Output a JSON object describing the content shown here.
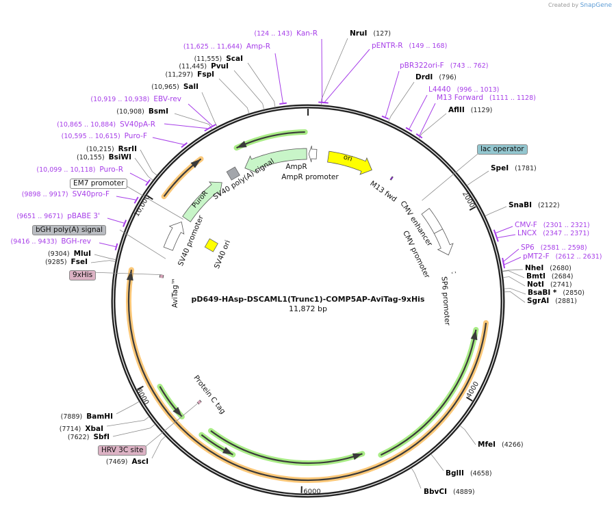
{
  "header": {
    "created_by": "Created by",
    "brand": "SnapGene"
  },
  "plasmid": {
    "name": "pD649-HAsp-DSCAML1(Trunc1)-COMP5AP-AviTag-9xHis",
    "length": "11,872 bp",
    "total_bp": 11872
  },
  "ticks": [
    {
      "bp": 0,
      "label": ""
    },
    {
      "bp": 2000,
      "label": "2000"
    },
    {
      "bp": 4000,
      "label": "4000"
    },
    {
      "bp": 6000,
      "label": "6000"
    },
    {
      "bp": 8000,
      "label": "8000"
    },
    {
      "bp": 10000,
      "label": "10,000"
    }
  ],
  "enzymes": [
    {
      "name": "NruI",
      "site": "(127)",
      "pos": 127
    },
    {
      "name": "DrdI",
      "site": "(796)",
      "pos": 796
    },
    {
      "name": "AflII",
      "site": "(1129)",
      "pos": 1129
    },
    {
      "name": "SpeI",
      "site": "(1781)",
      "pos": 1781
    },
    {
      "name": "SnaBI",
      "site": "(2122)",
      "pos": 2122
    },
    {
      "name": "NheI",
      "site": "(2680)",
      "pos": 2680
    },
    {
      "name": "BmtI",
      "site": "(2684)",
      "pos": 2684
    },
    {
      "name": "NotI",
      "site": "(2741)",
      "pos": 2741
    },
    {
      "name": "BsaBI *",
      "site": "(2850)",
      "pos": 2850
    },
    {
      "name": "SgrAI",
      "site": "(2881)",
      "pos": 2881
    },
    {
      "name": "MfeI",
      "site": "(4266)",
      "pos": 4266
    },
    {
      "name": "BglII",
      "site": "(4658)",
      "pos": 4658
    },
    {
      "name": "BbvCI",
      "site": "(4889)",
      "pos": 4889
    },
    {
      "name": "AscI",
      "site": "(7469)",
      "pos": 7469
    },
    {
      "name": "SbfI",
      "site": "(7622)",
      "pos": 7622
    },
    {
      "name": "XbaI",
      "site": "(7714)",
      "pos": 7714
    },
    {
      "name": "BamHI",
      "site": "(7889)",
      "pos": 7889
    },
    {
      "name": "FseI",
      "site": "(9285)",
      "pos": 9285
    },
    {
      "name": "MluI",
      "site": "(9304)",
      "pos": 9304
    },
    {
      "name": "BsiWI",
      "site": "(10,155)",
      "pos": 10155
    },
    {
      "name": "RsrII",
      "site": "(10,215)",
      "pos": 10215
    },
    {
      "name": "BsmI",
      "site": "(10,908)",
      "pos": 10908
    },
    {
      "name": "SalI",
      "site": "(10,965)",
      "pos": 10965
    },
    {
      "name": "FspI",
      "site": "(11,297)",
      "pos": 11297
    },
    {
      "name": "PvuI",
      "site": "(11,445)",
      "pos": 11445
    },
    {
      "name": "ScaI",
      "site": "(11,555)",
      "pos": 11555
    }
  ],
  "primers": [
    {
      "name": "Kan-R",
      "range": "(124 .. 143)",
      "start": 124,
      "end": 143
    },
    {
      "name": "Amp-R",
      "range": "(11,625 .. 11,644)",
      "start": 11625,
      "end": 11644
    },
    {
      "name": "EBV-rev",
      "range": "(10,919 .. 10,938)",
      "start": 10919,
      "end": 10938
    },
    {
      "name": "SV40pA-R",
      "range": "(10,865 .. 10,884)",
      "start": 10865,
      "end": 10884
    },
    {
      "name": "Puro-F",
      "range": "(10,595 .. 10,615)",
      "start": 10595,
      "end": 10615
    },
    {
      "name": "Puro-R",
      "range": "(10,099 .. 10,118)",
      "start": 10099,
      "end": 10118
    },
    {
      "name": "SV40pro-F",
      "range": "(9898 .. 9917)",
      "start": 9898,
      "end": 9917
    },
    {
      "name": "pBABE 3'",
      "range": "(9651 .. 9671)",
      "start": 9651,
      "end": 9671
    },
    {
      "name": "BGH-rev",
      "range": "(9416 .. 9433)",
      "start": 9416,
      "end": 9433
    },
    {
      "name": "pENTR-R",
      "range": "(149 .. 168)",
      "start": 149,
      "end": 168
    },
    {
      "name": "pBR322ori-F",
      "range": "(743 .. 762)",
      "start": 743,
      "end": 762
    },
    {
      "name": "L4440",
      "range": "(996 .. 1013)",
      "start": 996,
      "end": 1013
    },
    {
      "name": "M13 Forward",
      "range": "(1111 .. 1128)",
      "start": 1111,
      "end": 1128
    },
    {
      "name": "CMV-F",
      "range": "(2301 .. 2321)",
      "start": 2301,
      "end": 2321
    },
    {
      "name": "LNCX",
      "range": "(2347 .. 2371)",
      "start": 2347,
      "end": 2371
    },
    {
      "name": "SP6",
      "range": "(2581 .. 2598)",
      "start": 2581,
      "end": 2598
    },
    {
      "name": "pMT2-F",
      "range": "(2612 .. 2631)",
      "start": 2612,
      "end": 2631
    }
  ],
  "boxed_features": [
    {
      "name": "lac operator",
      "pos": 1602,
      "color": "#93c6cf"
    },
    {
      "name": "EM7 promoter",
      "pos": 10000,
      "color": "#ffffff"
    },
    {
      "name": "bGH poly(A) signal",
      "pos": 9450,
      "color": "#b9bcc1"
    },
    {
      "name": "9xHis",
      "pos": 9240,
      "color": "#dcb2c4"
    },
    {
      "name": "HRV 3C site",
      "pos": 7490,
      "color": "#dcb2c4"
    }
  ],
  "features": [
    {
      "name": "ori",
      "type": "arrow",
      "start": 264,
      "end": 857,
      "dir": "cw",
      "color": "#ffff00"
    },
    {
      "name": "AmpR",
      "type": "arrow",
      "start": 11035,
      "end": 11855,
      "dir": "ccw",
      "color": "#c8f5c8"
    },
    {
      "name": "AmpR promoter",
      "type": "arrow",
      "start": 10,
      "end": 110,
      "dir": "ccw",
      "color": "#ffffff"
    },
    {
      "name": "SV40 poly(A) signal",
      "type": "box",
      "start": 10870,
      "end": 10870,
      "color": "#a3a6ab"
    },
    {
      "name": "PuroR",
      "type": "arrow",
      "start": 10025,
      "end": 10685,
      "dir": "cw",
      "color": "#c8f5c8"
    },
    {
      "name": "SV40 promoter",
      "type": "arrow",
      "start": 9580,
      "end": 9960,
      "dir": "cw",
      "color": "#ffffff"
    },
    {
      "name": "SV40 ori",
      "type": "box",
      "start": 9893,
      "end": 9893,
      "color": "#ffff00"
    },
    {
      "name": "AviTag™",
      "type": "tag",
      "start": 9200,
      "end": 9240,
      "color": "#d6a3b8"
    },
    {
      "name": "Protein C tag",
      "type": "tag",
      "start": 7470,
      "end": 7505,
      "color": "#d6a3b8"
    },
    {
      "name": "M13 fwd",
      "type": "tag",
      "start": 1120,
      "end": 1140,
      "color": "#7a2fb0"
    },
    {
      "name": "CMV enhancer",
      "type": "arrow",
      "start": 1735,
      "end": 2040,
      "dir": "none",
      "color": "#ffffff"
    },
    {
      "name": "CMV promoter",
      "type": "arrow",
      "start": 2040,
      "end": 2370,
      "dir": "cw",
      "color": "#ffffff"
    },
    {
      "name": "SP6 promoter",
      "type": "tag",
      "start": 2595,
      "end": 2615,
      "color": "#ffffff"
    }
  ],
  "orf_arcs": [
    {
      "start": 3199,
      "end": 9234,
      "dir": "cw",
      "color": "#fbc879"
    },
    {
      "start": 10091,
      "end": 10652,
      "dir": "cw",
      "color": "#fbc879"
    },
    {
      "start": 11047,
      "end": 11839,
      "dir": "ccw",
      "color": "#a9ec86"
    },
    {
      "start": 3288,
      "end": 5102,
      "dir": "ccw",
      "color": "#a9ec86"
    },
    {
      "start": 7500,
      "end": 7915,
      "dir": "ccw",
      "color": "#a9ec86"
    },
    {
      "start": 6794,
      "end": 7206,
      "dir": "ccw",
      "color": "#a9ec86"
    },
    {
      "start": 5290,
      "end": 7150,
      "dir": "ccw",
      "color": "#a9ec86"
    }
  ],
  "colors": {
    "backbone": "#222222",
    "primer": "#a63de8",
    "leader": "#8a8a8a"
  }
}
